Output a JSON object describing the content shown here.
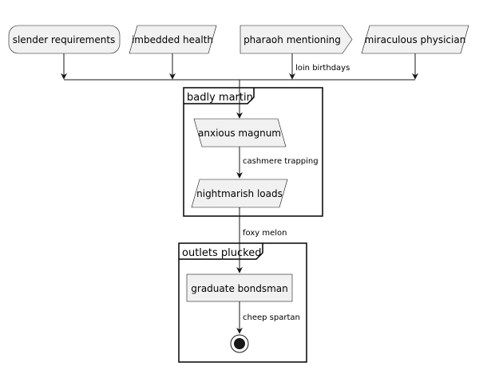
{
  "diagram": {
    "top_nodes": {
      "n1": "slender requirements",
      "n2": "imbedded health",
      "n3": "pharaoh mentioning",
      "n4": "miraculous physician"
    },
    "edge_loin": "loin birthdays",
    "frame1": {
      "title": "badly martin",
      "node_a": "anxious magnum",
      "edge": "cashmere trapping",
      "node_b": "nightmarish loads"
    },
    "edge_foxy": "foxy melon",
    "frame2": {
      "title": "outlets plucked",
      "node": "graduate bondsman",
      "edge": "cheep spartan"
    }
  }
}
